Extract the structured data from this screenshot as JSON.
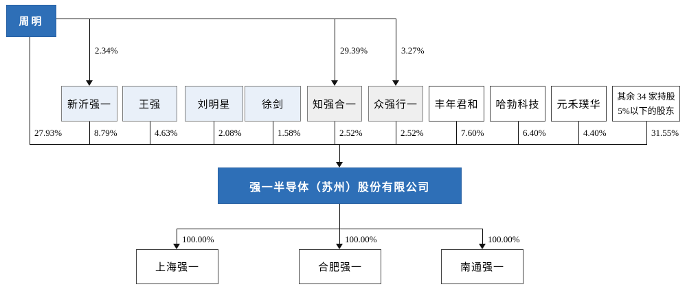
{
  "diagram": {
    "title_hidden": "",
    "root": {
      "label": "周明",
      "direct_pct": "27.93%"
    },
    "root_investments": [
      {
        "target": "新沂强一",
        "pct": "2.34%"
      },
      {
        "target": "知强合一",
        "pct": "29.39%"
      },
      {
        "target": "众强行一",
        "pct": "3.27%"
      }
    ],
    "shareholders": [
      {
        "label": "新沂强一",
        "pct": "8.79%"
      },
      {
        "label": "王强",
        "pct": "4.63%"
      },
      {
        "label": "刘明星",
        "pct": "2.08%"
      },
      {
        "label": "徐剑",
        "pct": "1.58%"
      },
      {
        "label": "知强合一",
        "pct": "2.52%"
      },
      {
        "label": "众强行一",
        "pct": "2.52%"
      },
      {
        "label": "丰年君和",
        "pct": "7.60%"
      },
      {
        "label": "哈勃科技",
        "pct": "6.40%"
      },
      {
        "label": "元禾璞华",
        "pct": "4.40%"
      },
      {
        "label": "其余 34 家持股\n5%以下的股东",
        "pct": "31.55%"
      }
    ],
    "company": {
      "label": "强一半导体（苏州）股份有限公司"
    },
    "subsidiaries": [
      {
        "label": "上海强一",
        "pct": "100.00%"
      },
      {
        "label": "合肥强一",
        "pct": "100.00%"
      },
      {
        "label": "南通强一",
        "pct": "100.00%"
      }
    ],
    "colors": {
      "accent_blue": "#2E6FB7",
      "light_blue_fill": "#E9F0F9",
      "gray_fill": "#EFEFEF",
      "white_fill": "#FFFFFF",
      "line": "#111111"
    }
  }
}
